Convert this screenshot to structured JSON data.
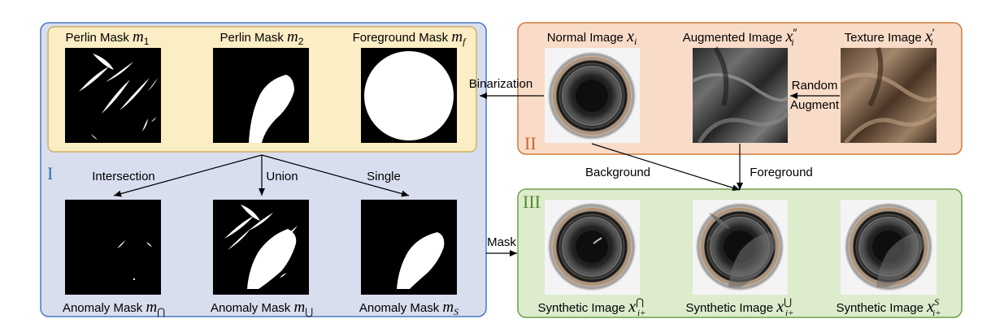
{
  "panels": {
    "I": {
      "label": "I",
      "color": "#2e6db5"
    },
    "II": {
      "label": "II",
      "color": "#c9682a"
    },
    "III": {
      "label": "III",
      "color": "#4f8a2b"
    }
  },
  "perlin_masks": {
    "m1": {
      "text": "Perlin Mask ",
      "sym": "m",
      "sub": "1"
    },
    "m2": {
      "text": "Perlin Mask ",
      "sym": "m",
      "sub": "2"
    },
    "mf": {
      "text": "Foreground Mask ",
      "sym": "m",
      "sub": "f"
    }
  },
  "anomaly_masks": {
    "intersect": {
      "text": "Anomaly Mask ",
      "sym": "m",
      "sub": "⋂"
    },
    "union": {
      "text": "Anomaly Mask ",
      "sym": "m",
      "sub": "⋃"
    },
    "single": {
      "text": "Anomaly Mask ",
      "sym": "m",
      "sub": "S"
    }
  },
  "ops": {
    "intersection": "Intersection",
    "union": "Union",
    "single": "Single"
  },
  "images": {
    "normal": {
      "text": "Normal Image ",
      "sym": "x",
      "sub": "i"
    },
    "augmented": {
      "text": "Augmented Image ",
      "sym": "x",
      "sub": "i",
      "sup": "″"
    },
    "texture": {
      "text": "Texture Image ",
      "sym": "x",
      "sub": "i",
      "sup": "′"
    }
  },
  "synthetic": {
    "intersect": {
      "text": "Synthetic Image ",
      "sym": "x",
      "sub": "i+",
      "sup": "⋂"
    },
    "union": {
      "text": "Synthetic Image ",
      "sym": "x",
      "sub": "i+",
      "sup": "⋃"
    },
    "single": {
      "text": "Synthetic Image ",
      "sym": "x",
      "sub": "i+",
      "sup": "S"
    }
  },
  "arrows": {
    "binarization": "Binarization",
    "random": "Random",
    "augment": "Augment",
    "background": "Background",
    "foreground": "Foreground",
    "mask": "Mask"
  }
}
